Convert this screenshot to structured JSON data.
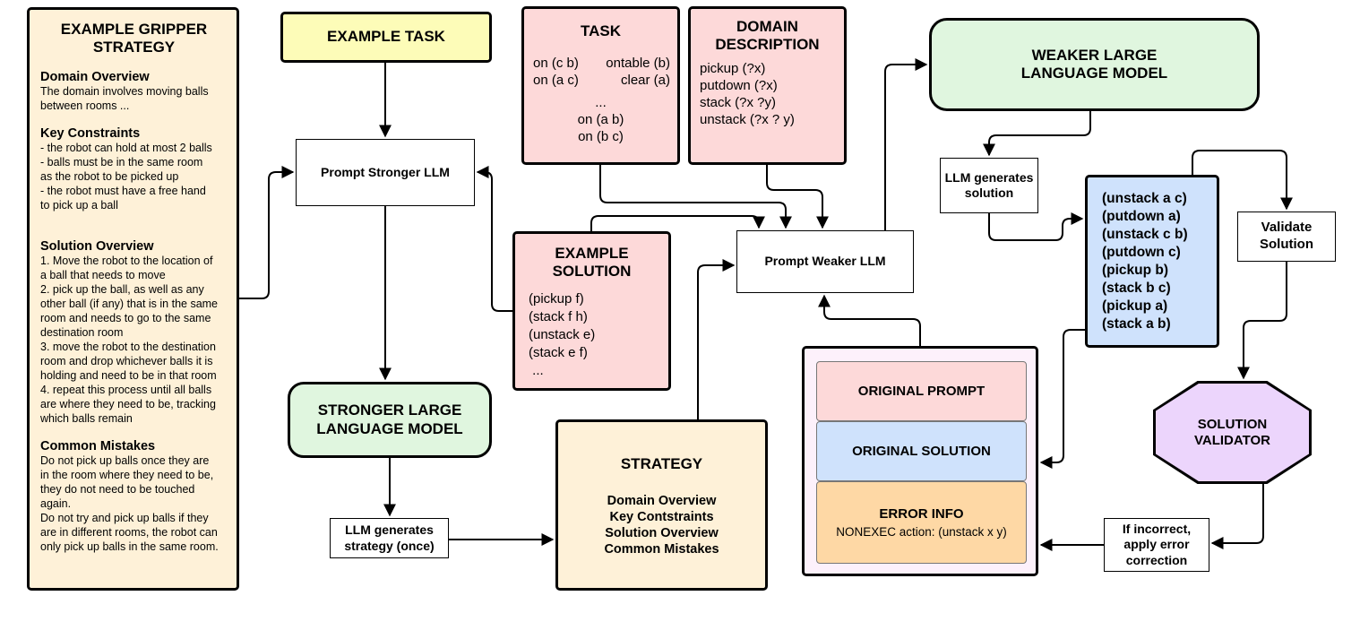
{
  "left_panel": {
    "title": "EXAMPLE GRIPPER STRATEGY",
    "sections": [
      {
        "heading": "Domain Overview",
        "body": "The domain involves moving balls\nbetween rooms ..."
      },
      {
        "heading": "Key Constraints",
        "body": " - the robot can hold at most 2 balls\n - balls must be in the same room\nas the robot to be picked up\n - the robot must have a free hand\nto pick up a ball"
      },
      {
        "heading": "Solution Overview",
        "body": "1. Move the robot to the location of\na ball that needs to move\n2. pick up the ball, as well as any\nother ball (if any) that is in the same\nroom and needs to go to the same\ndestination room\n3. move the robot to the destination\nroom and drop whichever balls it is\nholding and need to be in that room\n4. repeat this process until all balls\nare where they need to be, tracking\nwhich balls remain"
      },
      {
        "heading": "Common Mistakes",
        "body": "Do not pick up balls once they are\nin the room where they need to be,\nthey do not need to be touched\nagain.\nDo not try and pick up balls if they\nare in different rooms, the robot can\nonly pick up balls in the same room."
      }
    ]
  },
  "example_task": {
    "title": "EXAMPLE TASK"
  },
  "prompt_stronger": {
    "label": "Prompt Stronger LLM"
  },
  "stronger_llm": {
    "title": "STRONGER LARGE LANGUAGE MODEL"
  },
  "llm_strategy": {
    "label": "LLM generates strategy (once)"
  },
  "task": {
    "title": "TASK",
    "row1_left": "on (c b)",
    "row1_right": "ontable (b)",
    "row2_left": "on (a c)",
    "row2_right": "clear (a)",
    "ellipsis": "...",
    "line3": "on (a b)",
    "line4": "on (b c)"
  },
  "domain_description": {
    "title": "DOMAIN DESCRIPTION",
    "actions": [
      "pickup (?x)",
      "putdown (?x)",
      "stack (?x ?y)",
      "unstack (?x ? y)"
    ]
  },
  "example_solution": {
    "title": "EXAMPLE SOLUTION",
    "steps": [
      "(pickup f)",
      "(stack f h)",
      "(unstack e)",
      "(stack e f)",
      " ..."
    ]
  },
  "prompt_weaker": {
    "label": "Prompt Weaker LLM"
  },
  "strategy": {
    "title": "STRATEGY",
    "items": [
      "Domain Overview",
      "Key Contstraints",
      "Solution Overview",
      "Common Mistakes"
    ]
  },
  "weaker_llm": {
    "title": "WEAKER LARGE LANGUAGE MODEL"
  },
  "llm_solution": {
    "label": "LLM generates solution"
  },
  "solution": {
    "steps": [
      "(unstack a c)",
      "(putdown a)",
      "(unstack c b)",
      "(putdown c)",
      "(pickup b)",
      "(stack b c)",
      "(pickup a)",
      "(stack a b)"
    ]
  },
  "validate": {
    "label": "Validate Solution"
  },
  "validator": {
    "title": "SOLUTION VALIDATOR"
  },
  "error_correction": {
    "label": "If incorrect, apply error correction"
  },
  "error_panel": {
    "original_prompt": "ORIGINAL PROMPT",
    "original_solution": "ORIGINAL SOLUTION",
    "error_info": "ERROR INFO",
    "error_detail": "NONEXEC action: (unstack x y)"
  },
  "colors": {
    "pink": "#fdd9d9",
    "peach": "#fef1d8",
    "yellow": "#fdfcb8",
    "green": "#e0f6df",
    "blue": "#cfe2fc",
    "purple": "#ecd5fc",
    "orange": "#fed8a5"
  }
}
